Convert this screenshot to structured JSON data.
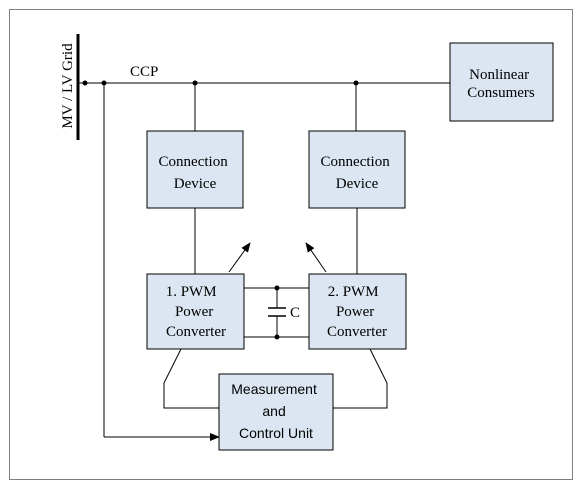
{
  "grid": {
    "label": "MV / LV Grid"
  },
  "ccp": {
    "label": "CCP"
  },
  "consumers": {
    "lines": [
      "Nonlinear",
      "Consumers"
    ]
  },
  "connection_device_1": {
    "lines": [
      "Connection",
      "Device"
    ]
  },
  "connection_device_2": {
    "lines": [
      "Connection",
      "Device"
    ]
  },
  "converter_1": {
    "lines": [
      "1.  PWM",
      "Power",
      "Converter"
    ]
  },
  "converter_2": {
    "lines": [
      "2.  PWM",
      "Power",
      "Converter"
    ]
  },
  "capacitor": {
    "label": "C"
  },
  "measurement_unit": {
    "lines": [
      "Measurement",
      "and",
      "Control Unit"
    ]
  },
  "colors": {
    "box_fill": "#dce6f2",
    "line": "#000000",
    "frame": "#7f7f7f"
  }
}
